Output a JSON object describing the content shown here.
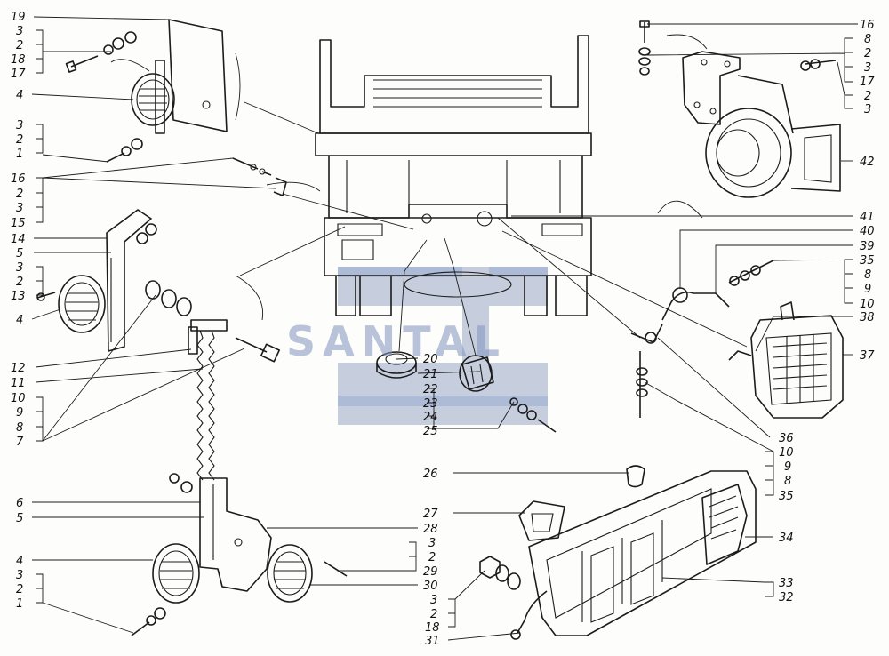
{
  "labels_left": [
    "19",
    "3",
    "2",
    "18",
    "17",
    "4",
    "3",
    "2",
    "1",
    "16",
    "2",
    "3",
    "15",
    "14",
    "5",
    "3",
    "2",
    "13",
    "4",
    "12",
    "11",
    "10",
    "9",
    "8",
    "7",
    "6",
    "5",
    "4",
    "3",
    "2",
    "1"
  ],
  "labels_right": [
    "16",
    "8",
    "2",
    "3",
    "17",
    "2",
    "3",
    "42",
    "41",
    "40",
    "39",
    "35",
    "8",
    "9",
    "10",
    "38",
    "37",
    "36",
    "10",
    "9",
    "8",
    "35",
    "34",
    "33",
    "32"
  ],
  "labels_center": [
    "20",
    "21",
    "22",
    "23",
    "24",
    "25",
    "26",
    "27",
    "28",
    "3",
    "2",
    "29",
    "30",
    "3",
    "2",
    "18",
    "31"
  ],
  "watermark": {
    "text": "SANTAL",
    "color": "#7f93bd",
    "alpha": 0.55
  },
  "colors": {
    "ink": "#1c1c1c",
    "paper": "#fdfdfb"
  }
}
